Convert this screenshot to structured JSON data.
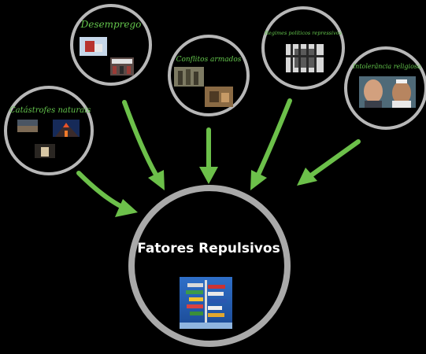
{
  "colors": {
    "background": "#000000",
    "ring": "#b7b7b7",
    "arrow": "#6cc04a",
    "label": "#63c44c",
    "title": "#ffffff"
  },
  "center": {
    "title": "Fatores Repulsivos",
    "image": "signpost-with-flags"
  },
  "factors": [
    {
      "label": "Catástrofes naturais",
      "images": [
        "disaster-photo",
        "volcano-photo",
        "fire-photo"
      ]
    },
    {
      "label": "Desemprego",
      "images": [
        "job-search-photo",
        "protest-photo"
      ]
    },
    {
      "label": "Conflitos armados",
      "images": [
        "soldiers-photo",
        "combat-photo"
      ]
    },
    {
      "label": "Regimes políticos repressivos",
      "images": [
        "prison-bars-photo"
      ]
    },
    {
      "label": "Intolerância religiosa",
      "images": [
        "confrontation-photo"
      ]
    }
  ]
}
